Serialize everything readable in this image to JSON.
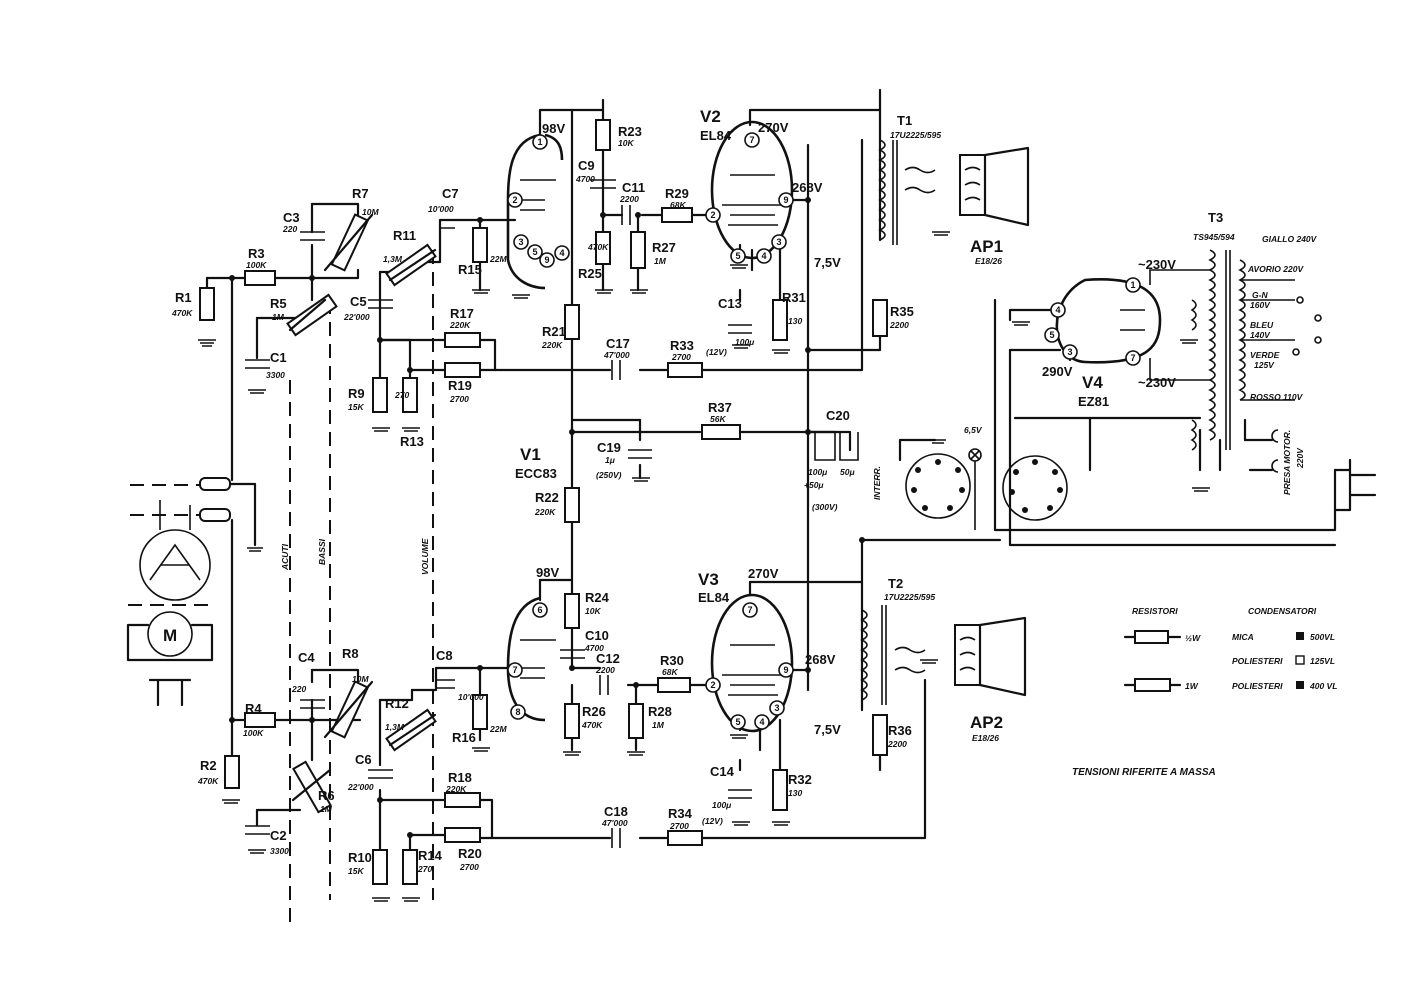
{
  "tubes": {
    "v1": {
      "name": "V1",
      "type": "ECC83"
    },
    "v2": {
      "name": "V2",
      "type": "EL84"
    },
    "v3": {
      "name": "V3",
      "type": "EL84"
    },
    "v4": {
      "name": "V4",
      "type": "EZ81"
    }
  },
  "transformers": {
    "t1": {
      "name": "T1",
      "code": "17U2225/595"
    },
    "t2": {
      "name": "T2",
      "code": "17U2225/595"
    },
    "t3": {
      "name": "T3",
      "code": "TS945/594"
    }
  },
  "speakers": {
    "ap1": {
      "name": "AP1",
      "spec": "E18/26"
    },
    "ap2": {
      "name": "AP2",
      "spec": "E18/26"
    }
  },
  "resistors": {
    "r1": {
      "name": "R1",
      "value": "470K"
    },
    "r2": {
      "name": "R2",
      "value": "470K"
    },
    "r3": {
      "name": "R3",
      "value": "100K"
    },
    "r4": {
      "name": "R4",
      "value": "100K"
    },
    "r5": {
      "name": "R5",
      "value": "1M"
    },
    "r6": {
      "name": "R6",
      "value": "1M"
    },
    "r7": {
      "name": "R7",
      "value": "10M"
    },
    "r8": {
      "name": "R8",
      "value": "10M"
    },
    "r9": {
      "name": "R9",
      "value": "15K"
    },
    "r10": {
      "name": "R10",
      "value": "15K"
    },
    "r11": {
      "name": "R11",
      "value": "1,3M"
    },
    "r12": {
      "name": "R12",
      "value": "1,3M"
    },
    "r13": {
      "name": "R13",
      "value": "270"
    },
    "r14": {
      "name": "R14",
      "value": "270"
    },
    "r15": {
      "name": "R15",
      "value": "22M"
    },
    "r16": {
      "name": "R16",
      "value": "22M"
    },
    "r17": {
      "name": "R17",
      "value": "220K"
    },
    "r18": {
      "name": "R18",
      "value": "220K"
    },
    "r19": {
      "name": "R19",
      "value": "2700"
    },
    "r20": {
      "name": "R20",
      "value": "2700"
    },
    "r21": {
      "name": "R21",
      "value": "220K"
    },
    "r22": {
      "name": "R22",
      "value": "220K"
    },
    "r23": {
      "name": "R23",
      "value": "10K"
    },
    "r24": {
      "name": "R24",
      "value": "10K"
    },
    "r25": {
      "name": "R25",
      "value": "470K"
    },
    "r26": {
      "name": "R26",
      "value": "470K"
    },
    "r27": {
      "name": "R27",
      "value": "1M"
    },
    "r28": {
      "name": "R28",
      "value": "1M"
    },
    "r29": {
      "name": "R29",
      "value": "68K"
    },
    "r30": {
      "name": "R30",
      "value": "68K"
    },
    "r31": {
      "name": "R31",
      "value": "130"
    },
    "r32": {
      "name": "R32",
      "value": "130"
    },
    "r33": {
      "name": "R33",
      "value": "2700"
    },
    "r34": {
      "name": "R34",
      "value": "2700"
    },
    "r35": {
      "name": "R35",
      "value": "2200"
    },
    "r36": {
      "name": "R36",
      "value": "2200"
    },
    "r37": {
      "name": "R37",
      "value": "56K"
    }
  },
  "capacitors": {
    "c1": {
      "name": "C1",
      "value": "3300"
    },
    "c2": {
      "name": "C2",
      "value": "3300"
    },
    "c3": {
      "name": "C3",
      "value": "220"
    },
    "c4": {
      "name": "C4",
      "value": "220"
    },
    "c5": {
      "name": "C5",
      "value": "22'000"
    },
    "c6": {
      "name": "C6",
      "value": "22'000"
    },
    "c7": {
      "name": "C7",
      "value": "10'000"
    },
    "c8": {
      "name": "C8",
      "value": "10'000"
    },
    "c9": {
      "name": "C9",
      "value": "4700"
    },
    "c10": {
      "name": "C10",
      "value": "4700"
    },
    "c11": {
      "name": "C11",
      "value": "2200"
    },
    "c12": {
      "name": "C12",
      "value": "2200"
    },
    "c13": {
      "name": "C13",
      "value": "100μ",
      "rating": "(12V)"
    },
    "c14": {
      "name": "C14",
      "value": "100μ",
      "rating": "(12V)"
    },
    "c17": {
      "name": "C17",
      "value": "47'000"
    },
    "c18": {
      "name": "C18",
      "value": "47'000"
    },
    "c19": {
      "name": "C19",
      "value": "1μ",
      "rating": "(250V)"
    },
    "c20": {
      "name": "C20",
      "value_a": "100μ",
      "value_b": "50μ",
      "value_c": "+50μ",
      "rating": "(300V)"
    }
  },
  "voltages": {
    "v1_top": "98V",
    "v1_bottom": "98V",
    "v2_anode": "270V",
    "v2_screen": "268V",
    "v2_cathode": "7,5V",
    "v3_anode": "270V",
    "v3_screen": "268V",
    "v3_cathode": "7,5V",
    "v4_in_a": "~230V",
    "v4_in_b": "~230V",
    "v4_out": "290V",
    "lamp": "6,5V"
  },
  "controls": {
    "acuti": "ACUTI",
    "bassi": "BASSI",
    "volume": "VOLUME",
    "interr": "INTERR."
  },
  "mains_taps": {
    "giallo": "GIALLO 240V",
    "avorio": "AVORIO 220V",
    "gn": "G-N",
    "gn_v": "160V",
    "bleu": "BLEU",
    "bleu_v": "140V",
    "verde": "VERDE",
    "verde_v": "125V",
    "rosso": "ROSSO 110V",
    "presa": "PRESA MOTOR.",
    "presa_v": "220V"
  },
  "motor": {
    "label": "M"
  },
  "legend": {
    "resistori": "RESISTORI",
    "condensatori": "CONDENSATORI",
    "half_watt": "½W",
    "one_watt": "1W",
    "mica": "MICA",
    "mica_v": "500VL",
    "poliesteri_1": "POLIESTERI",
    "poliesteri_1_v": "125VL",
    "poliesteri_2": "POLIESTERI",
    "poliesteri_2_v": "400 VL"
  },
  "note": "TENSIONI RIFERITE A MASSA"
}
